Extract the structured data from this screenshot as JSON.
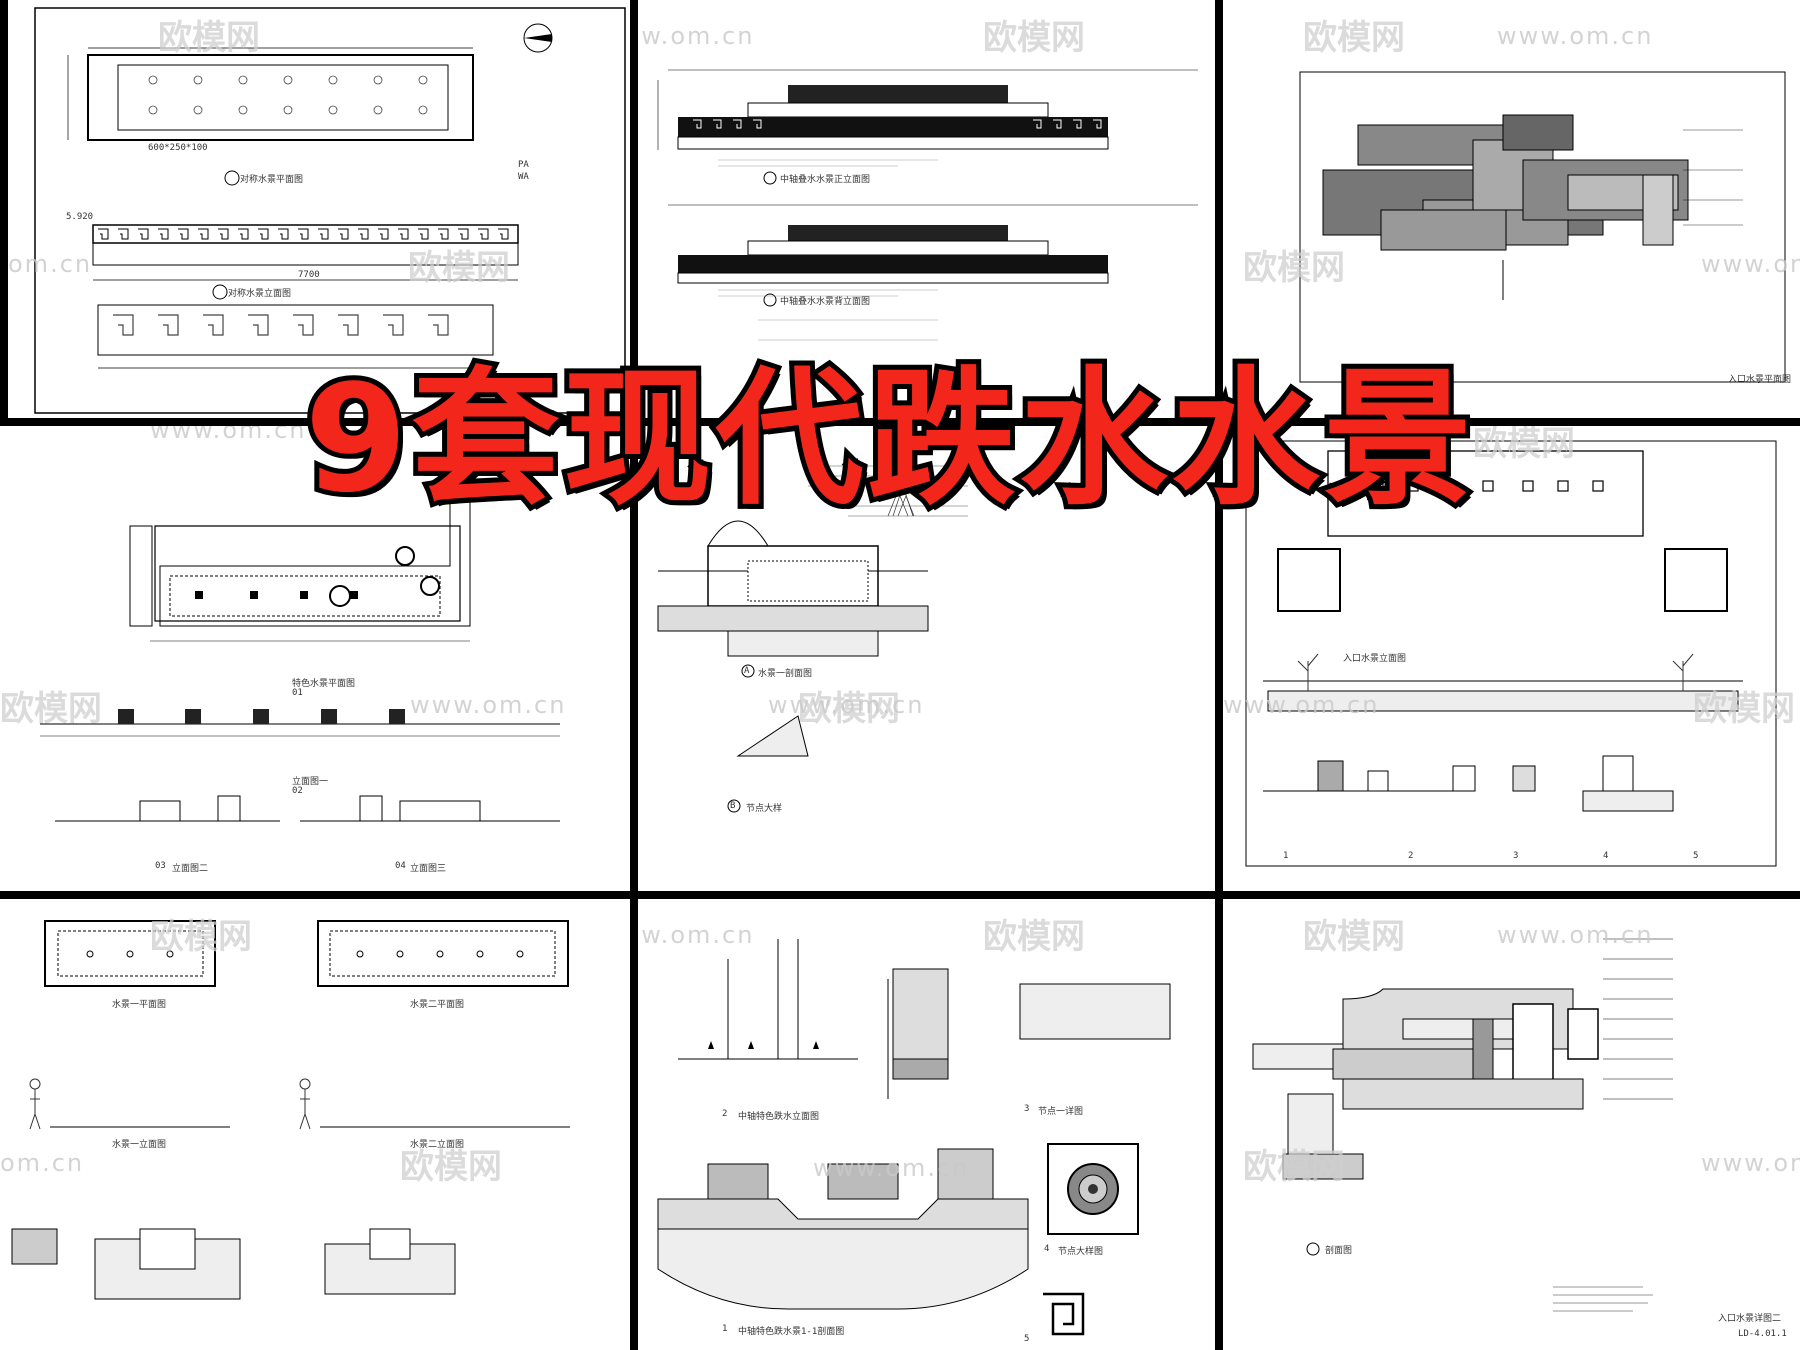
{
  "title": "9套现代跌水水景",
  "watermark": {
    "url": "www.om.cn",
    "brand": "欧模网",
    "partial_url": "om.cn"
  },
  "panels": [
    {
      "id": "p1",
      "labels": [
        "对称水景平面图",
        "对称水景立面图",
        "5.920",
        "7700",
        "600*250*100",
        "PA",
        "WA"
      ]
    },
    {
      "id": "p2",
      "labels": [
        "中轴叠水水景正立面图",
        "中轴叠水水景背立面图"
      ]
    },
    {
      "id": "p3",
      "labels": [
        "入口水景平面图"
      ]
    },
    {
      "id": "p4",
      "labels": [
        "特色水景平面图",
        "立面图一",
        "立面图二",
        "立面图三",
        "01",
        "02",
        "03",
        "04"
      ]
    },
    {
      "id": "p5",
      "labels": [
        "水景一剖面图",
        "节点大样",
        "A",
        "B"
      ]
    },
    {
      "id": "p6",
      "labels": [
        "入口水景立面图",
        "1",
        "2",
        "3",
        "4",
        "5"
      ]
    },
    {
      "id": "p7",
      "labels": [
        "水景一平面图",
        "水景二平面图",
        "水景一立面图",
        "水景二立面图"
      ]
    },
    {
      "id": "p8",
      "labels": [
        "中轴特色跌水立面图",
        "中轴特色跌水景1-1剖面图",
        "节点一详图",
        "节点大样图",
        "2",
        "1",
        "3",
        "4",
        "5"
      ]
    },
    {
      "id": "p9",
      "labels": [
        "剖面图",
        "入口水景详图二",
        "LD-4.01.1"
      ]
    }
  ],
  "colors": {
    "title_fill": "#f2261b",
    "title_stroke": "#000000",
    "divider": "#000000",
    "paper": "#ffffff",
    "watermark": "#c9c9c9"
  },
  "icons": [
    "north-arrow-icon",
    "fountain-medallion-icon",
    "meander-pattern-icon",
    "human-figure-icon",
    "tree-icon"
  ]
}
